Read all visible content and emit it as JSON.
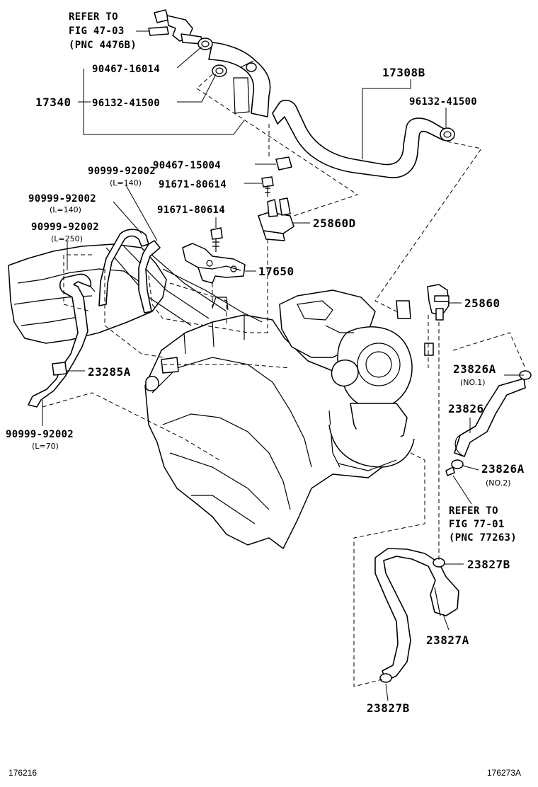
{
  "labels": {
    "refer_fig47_line1": "REFER TO",
    "refer_fig47_line2": "FIG 47-03",
    "refer_fig47_line3": "(PNC 4476B)",
    "p_90467_16014": "90467-16014",
    "p_17340": "17340",
    "p_96132_41500_left": "96132-41500",
    "p_17308B": "17308B",
    "p_96132_41500_right": "96132-41500",
    "p_90467_15004": "90467-15004",
    "p_90999_92002_a": "90999-92002",
    "p_90999_92002_a_len": "(L=140)",
    "p_91671_80614_a": "91671-80614",
    "p_90999_92002_b": "90999-92002",
    "p_90999_92002_b_len": "(L=140)",
    "p_91671_80614_b": "91671-80614",
    "p_25860D": "25860D",
    "p_90999_92002_c": "90999-92002",
    "p_90999_92002_c_len": "(L=250)",
    "p_17650": "17650",
    "p_25860": "25860",
    "p_23285A": "23285A",
    "p_23826A_1": "23826A",
    "p_23826A_1_note": "(NO.1)",
    "p_23826": "23826",
    "p_90999_92002_d": "90999-92002",
    "p_90999_92002_d_len": "(L=70)",
    "p_23826A_2": "23826A",
    "p_23826A_2_note": "(NO.2)",
    "refer_fig77_line1": "REFER TO",
    "refer_fig77_line2": "FIG 77-01",
    "refer_fig77_line3": "(PNC 77263)",
    "p_23827B_top": "23827B",
    "p_23827A": "23827A",
    "p_23827B_bottom": "23827B"
  },
  "footer": {
    "left_code": "176216",
    "right_code": "176273A"
  }
}
